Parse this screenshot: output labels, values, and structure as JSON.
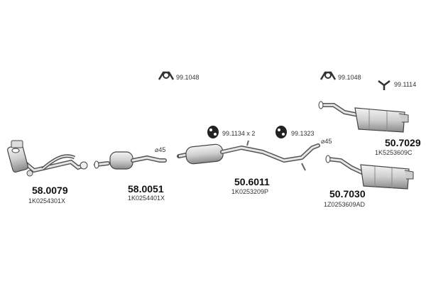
{
  "parts": [
    {
      "part_number": "58.0079",
      "oe_number": "1K0254301X"
    },
    {
      "part_number": "58.0051",
      "oe_number": "1K0254401X"
    },
    {
      "part_number": "50.6011",
      "oe_number": "1K0253209P"
    },
    {
      "part_number": "50.7029",
      "oe_number": "1K5253609C"
    },
    {
      "part_number": "50.7030",
      "oe_number": "1Z0253609AD"
    }
  ],
  "accessories": [
    {
      "code": "99.1048"
    },
    {
      "code": "99.1048"
    },
    {
      "code": "99.1114"
    },
    {
      "code": "99.1134 x 2"
    },
    {
      "code": "99.1323"
    }
  ],
  "diameters": [
    "⌀45",
    "⌀45"
  ]
}
